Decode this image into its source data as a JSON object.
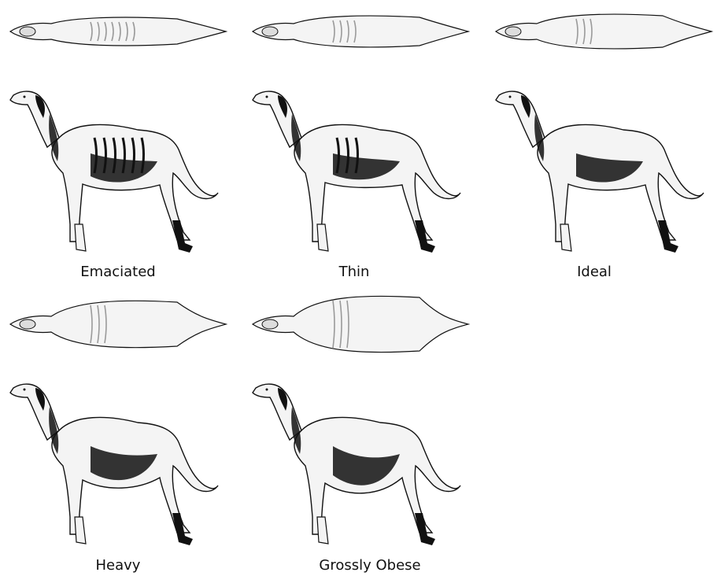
{
  "panels": [
    {
      "label": "Emaciated",
      "icon": "emaciated-dog-icon",
      "body_condition": "emaciated"
    },
    {
      "label": "Thin",
      "icon": "thin-dog-icon",
      "body_condition": "thin"
    },
    {
      "label": "Ideal",
      "icon": "ideal-dog-icon",
      "body_condition": "ideal"
    },
    {
      "label": "Heavy",
      "icon": "heavy-dog-icon",
      "body_condition": "heavy"
    },
    {
      "label": "Grossly Obese",
      "icon": "grossly-obese-dog-icon",
      "body_condition": "grossly-obese"
    }
  ],
  "colors": {
    "ink": "#111111",
    "shade": "#9a9a9a",
    "fill": "#f4f4f4"
  }
}
